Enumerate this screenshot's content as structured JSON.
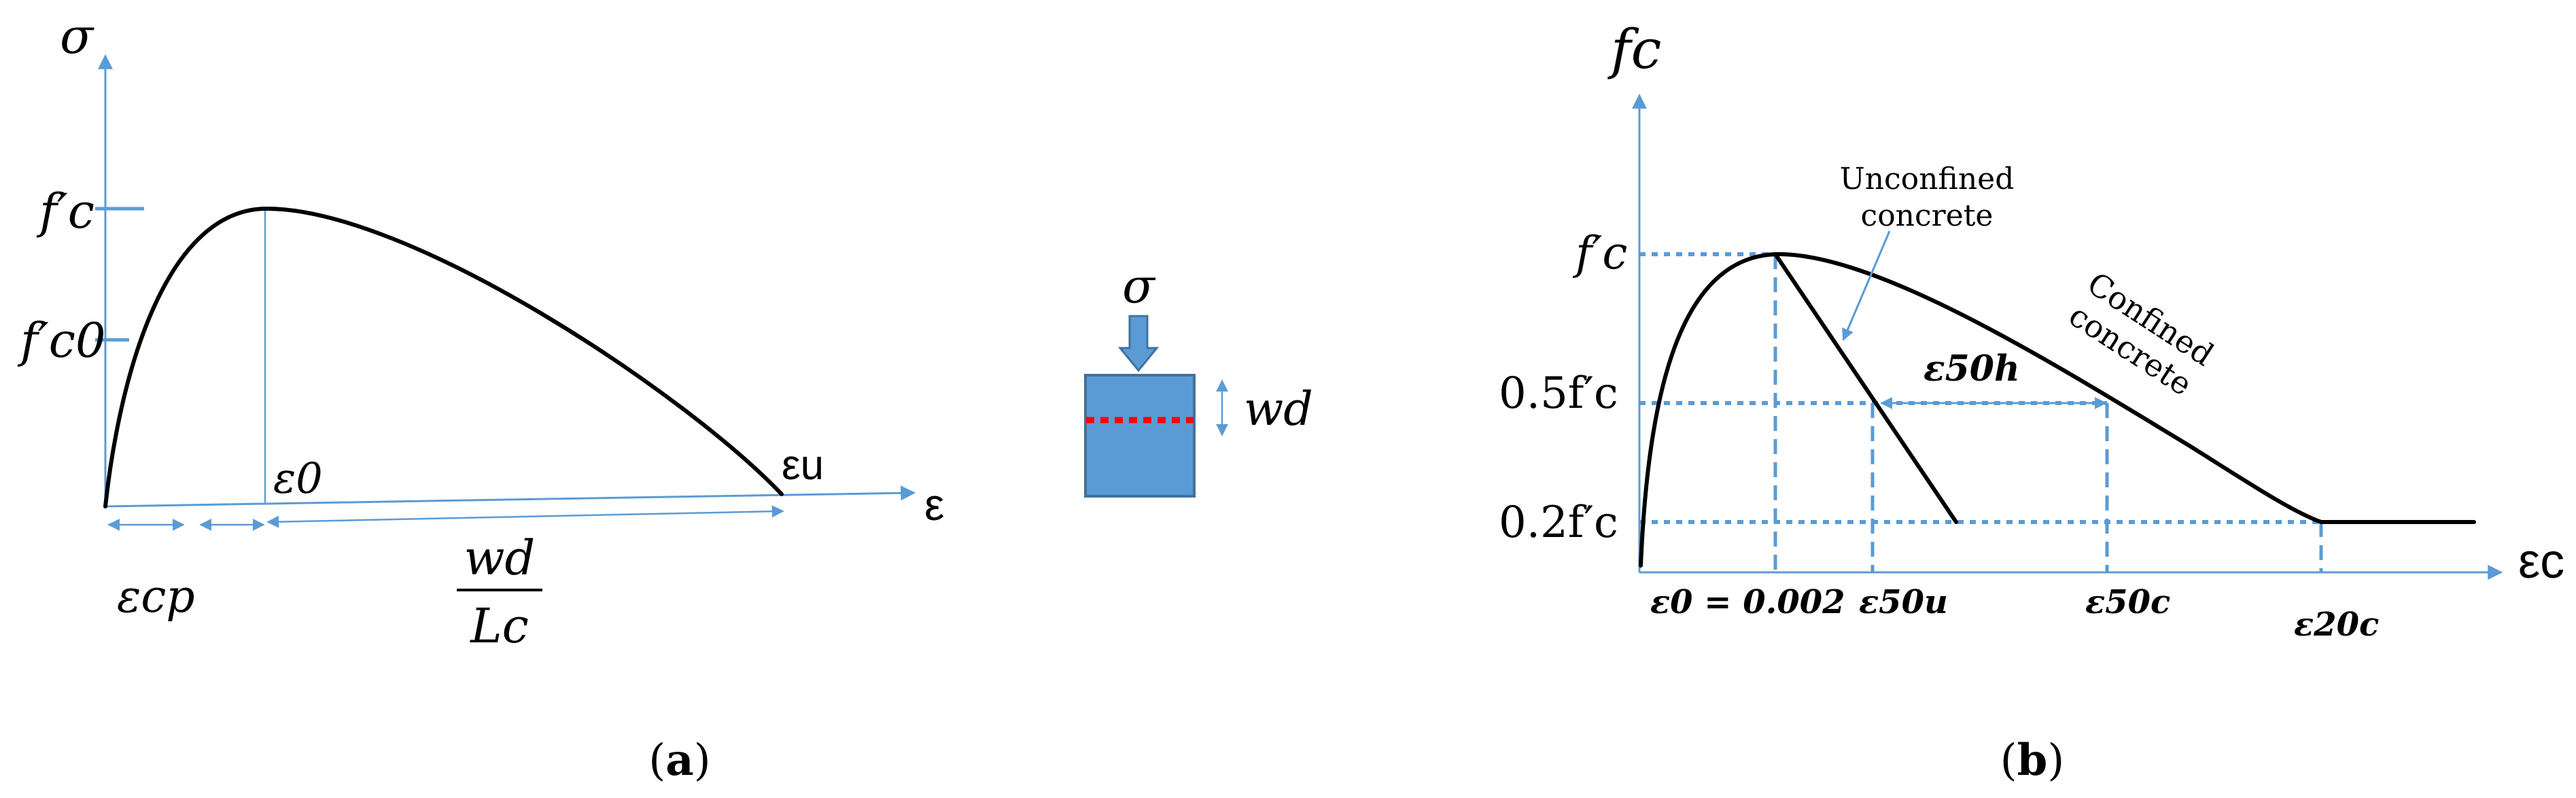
{
  "colors": {
    "axis": "#5b9bd5",
    "curve": "#000000",
    "specimen_fill": "#5b9bd5",
    "crack_line": "#ff0000"
  },
  "panel_a": {
    "caption_open": "(",
    "caption_letter": "a",
    "caption_close": ")",
    "y_axis_label": "σ",
    "x_axis_label": "ε",
    "tick_fc_prime": "f′c",
    "tick_fc0_prime": "f′c0",
    "label_eps0": "ε0",
    "label_epsu": "εu",
    "label_epscp": "εcp",
    "wd_numerator": "wd",
    "wd_denominator": "Lc",
    "specimen_load_label": "σ",
    "specimen_width_label": "wd"
  },
  "panel_b": {
    "caption_open": "(",
    "caption_letter": "b",
    "caption_close": ")",
    "y_axis_label": "fc",
    "x_axis_label": "εc",
    "tick_fc": "f′c",
    "tick_05fc": "0.5f′c",
    "tick_02fc": "0.2f′c",
    "label_unconfined_line1": "Unconfined",
    "label_unconfined_line2": "concrete",
    "label_confined_line1": "Confined",
    "label_confined_line2": "concrete",
    "label_eps50h": "ε50h",
    "x_tick_eps0": "ε0 = 0.002",
    "x_tick_eps50u": "ε50u",
    "x_tick_eps50c": "ε50c",
    "x_tick_eps20c": "ε20c"
  }
}
